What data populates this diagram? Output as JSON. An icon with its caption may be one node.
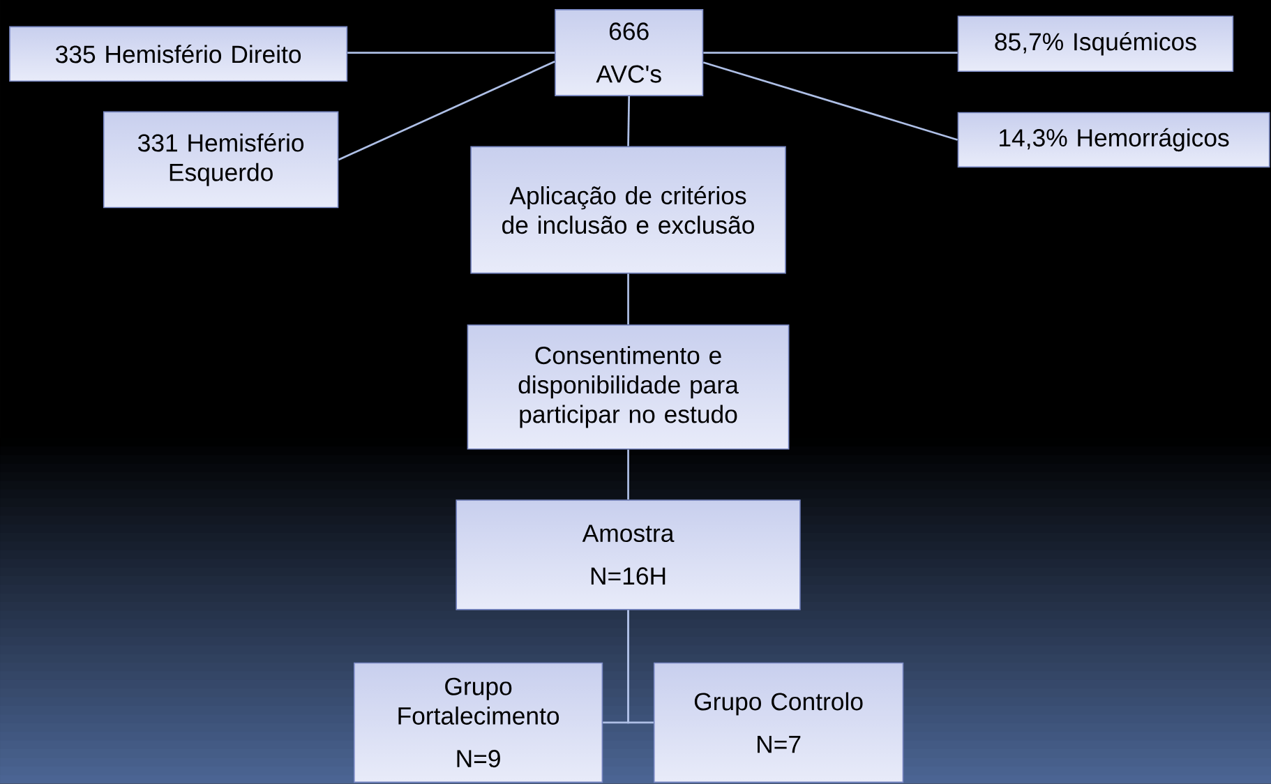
{
  "diagram": {
    "nodes": [
      {
        "text": [
          "666",
          "AVC's"
        ]
      },
      {
        "text": [
          "335 Hemisfério Direito"
        ]
      },
      {
        "text": [
          "331 Hemisfério Esquerdo"
        ]
      },
      {
        "text": [
          "85,7% Isquémicos"
        ]
      },
      {
        "text": [
          "14,3% Hemorrágicos"
        ]
      },
      {
        "text": [
          "Aplicação de critérios de inclusão e exclusão"
        ]
      },
      {
        "text": [
          "Consentimento e disponibilidade para participar no estudo"
        ]
      },
      {
        "text": [
          "Amostra",
          "N=16H"
        ]
      },
      {
        "text": [
          "Grupo Fortalecimento",
          "N=9"
        ]
      },
      {
        "text": [
          "Grupo Controlo",
          "N=7"
        ]
      }
    ],
    "edges": [
      {
        "from": 0,
        "to": 1,
        "arrow": "none"
      },
      {
        "from": 0,
        "to": 2,
        "arrow": "none"
      },
      {
        "from": 0,
        "to": 3,
        "arrow": "none"
      },
      {
        "from": 0,
        "to": 4,
        "arrow": "none"
      },
      {
        "from": 0,
        "to": 5,
        "arrow": "none"
      },
      {
        "from": 5,
        "to": 6,
        "arrow": "none"
      },
      {
        "from": 6,
        "to": 7,
        "arrow": "none"
      },
      {
        "from": 7,
        "to": 8,
        "arrow": "none"
      },
      {
        "from": 7,
        "to": 9,
        "arrow": "none"
      }
    ]
  }
}
